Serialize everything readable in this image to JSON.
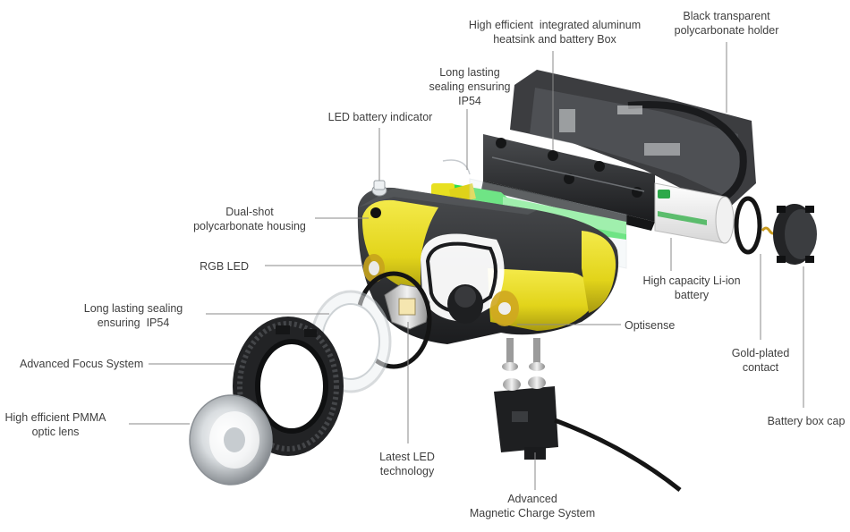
{
  "labels": {
    "heatsink": "High efficient  integrated aluminum\nheatsink and battery Box",
    "holder": "Black transparent\npolycarbonate holder",
    "sealing_top": "Long lasting\nsealing ensuring\nIP54",
    "battery_indicator": "LED battery indicator",
    "housing": "Dual-shot\npolycarbonate housing",
    "rgb_led": "RGB LED",
    "sealing_left": "Long lasting sealing\nensuring  IP54",
    "focus": "Advanced Focus System",
    "lens": "High efficient PMMA\noptic lens",
    "led_tech": "Latest LED\ntechnology",
    "charge": "Advanced\nMagnetic Charge System",
    "optisense": "Optisense",
    "li_ion": "High capacity Li-ion\nbattery",
    "gold": "Gold-plated\ncontact",
    "cap": "Battery box cap"
  },
  "colors": {
    "accent_yellow": "#e8dc1e",
    "accent_green": "#2ee04a",
    "dark_body": "#2a2c2e",
    "leader_line": "#8a8a8a",
    "label_text": "#3f3f3f"
  }
}
